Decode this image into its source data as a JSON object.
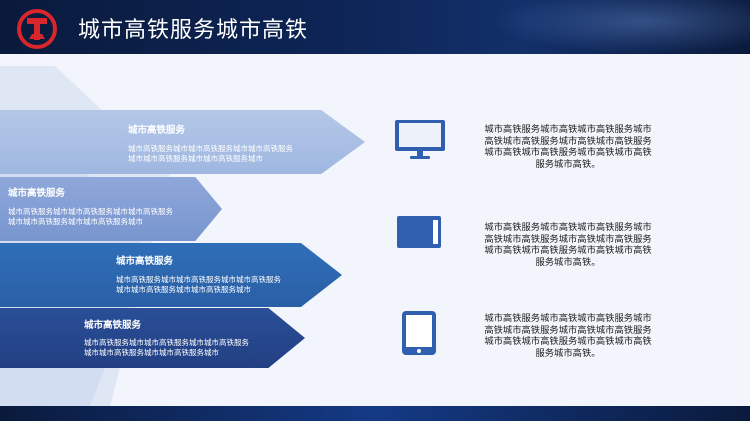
{
  "header": {
    "title": "城市高铁服务城市高铁"
  },
  "colors": {
    "header_dark": "#0d2556",
    "arrow_light": "#b4c7e8",
    "arrow_mid": "#8fa8da",
    "arrow_blue": "#2f6fb8",
    "arrow_dark": "#2a4f98",
    "icon_blue": "#2f5fae"
  },
  "arrows": [
    {
      "title": "城市高铁服务",
      "body": "城市高铁服务城市城市高铁服务城市城市高铁服务城市城市高铁服务城市城市高铁服务城市"
    },
    {
      "title": "城市高铁服务",
      "body": "城市高铁服务城市城市高铁服务城市城市高铁服务城市城市高铁服务城市城市高铁服务城市"
    },
    {
      "title": "城市高铁服务",
      "body": "城市高铁服务城市城市高铁服务城市城市高铁服务城市城市高铁服务城市城市高铁服务城市"
    },
    {
      "title": "城市高铁服务",
      "body": "城市高铁服务城市城市高铁服务城市城市高铁服务城市城市高铁服务城市城市高铁服务城市"
    }
  ],
  "items": [
    {
      "icon": "monitor-icon",
      "text": "城市高铁服务城市高铁城市高铁服务城市高铁城市高铁服务城市高铁城市高铁服务城市高铁城市高铁服务城市高铁城市高铁服务城市高铁。"
    },
    {
      "icon": "tablet-landscape-icon",
      "text": "城市高铁服务城市高铁城市高铁服务城市高铁城市高铁服务城市高铁城市高铁服务城市高铁城市高铁服务城市高铁城市高铁服务城市高铁。"
    },
    {
      "icon": "tablet-portrait-icon",
      "text": "城市高铁服务城市高铁城市高铁服务城市高铁城市高铁服务城市高铁城市高铁服务城市高铁城市高铁服务城市高铁城市高铁服务城市高铁。"
    }
  ]
}
